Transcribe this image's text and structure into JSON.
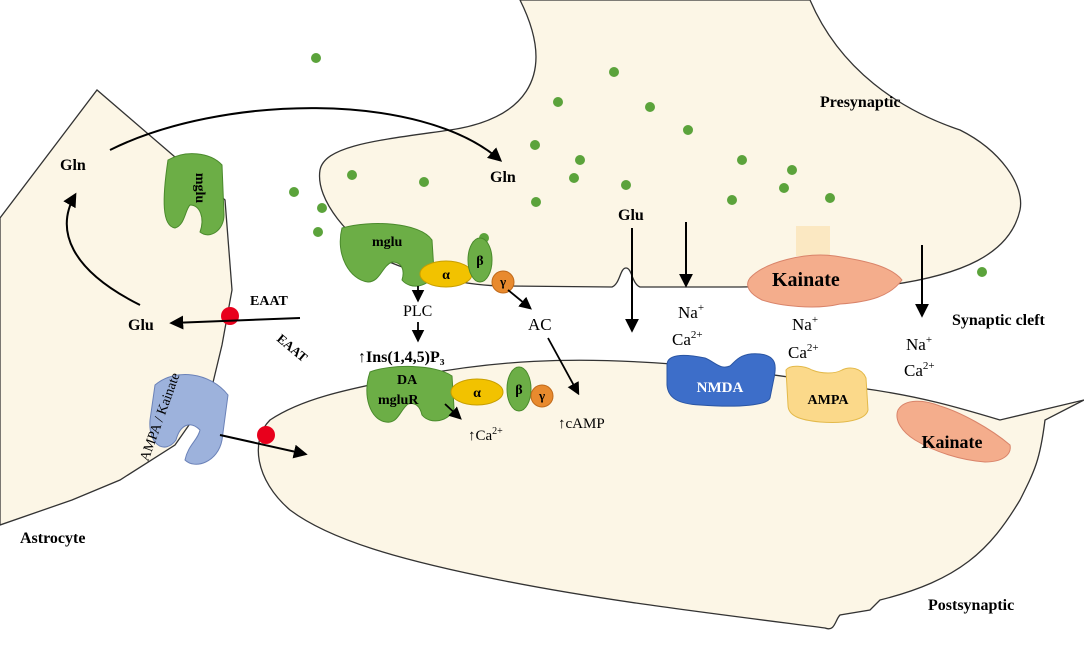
{
  "labels": {
    "presynaptic": "Presynaptic",
    "postsynaptic": "Postsynaptic",
    "synaptic_cleft": "Synaptic cleft",
    "astrocyte": "Astrocyte",
    "gln_left": "Gln",
    "gln_center": "Gln",
    "glu_left": "Glu",
    "glu_center": "Glu",
    "eaat_1": "EAAT",
    "eaat_2": "EAAT",
    "ampa_kainate": "AMPA / Kainate",
    "mglu_astro": "mglu",
    "mglu_pre": "mglu",
    "alpha_pre": "α",
    "beta_pre": "β",
    "gamma_pre": "γ",
    "plc": "PLC",
    "ac": "AC",
    "ins": "↑Ins(1,4,5)P₃",
    "da": "DA",
    "mglur_post": "mgluR",
    "alpha_post": "α",
    "beta_post": "β",
    "gamma_post": "γ",
    "ca_up": "↑Ca",
    "ca_up_sup": "2+",
    "camp": "↑cAMP",
    "na": "Na",
    "na_sup": "+",
    "ca": "Ca",
    "ca_sup": "2+",
    "nmda": "NMDA",
    "ampa": "AMPA",
    "kainate_pre": "Kainate",
    "kainate_post": "Kainate"
  },
  "colors": {
    "cell": "#fcf6e6",
    "green": "#6cae46",
    "yellow": "#f2c200",
    "orange": "#e88a2e",
    "blue": "#3d6ec9",
    "ampa": "#fbd98a",
    "kainate": "#f4ad8c",
    "astro_receptor": "#9db2dc",
    "red_dot": "#e8001c",
    "vesicle": "#5ba33b"
  }
}
